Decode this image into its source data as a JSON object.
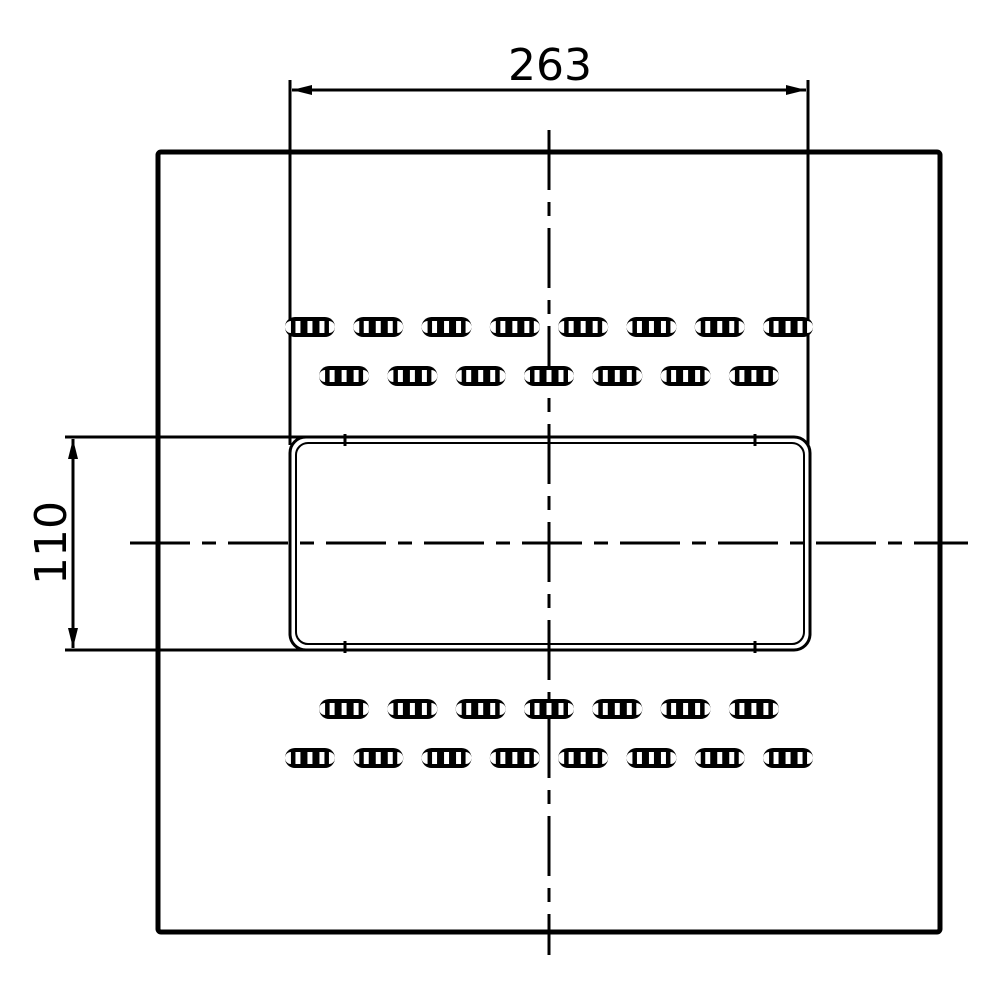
{
  "drawing": {
    "dimensions": {
      "width_label": "263",
      "height_label": "110"
    },
    "slot_rows": [
      {
        "name": "upper-row-1",
        "count": 8
      },
      {
        "name": "upper-row-2",
        "count": 7
      },
      {
        "name": "lower-row-1",
        "count": 7
      },
      {
        "name": "lower-row-2",
        "count": 8
      }
    ],
    "line_color": "#000000"
  }
}
